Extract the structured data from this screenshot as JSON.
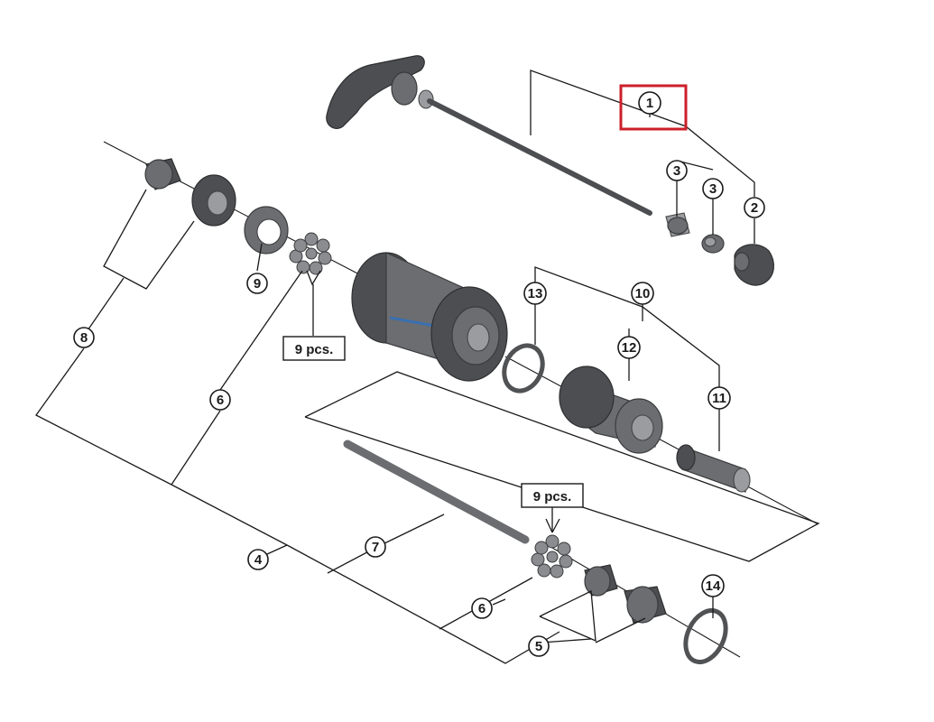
{
  "callouts": {
    "c1": "1",
    "c2": "2",
    "c3a": "3",
    "c3b": "3",
    "c4": "4",
    "c5": "5",
    "c6a": "6",
    "c6b": "6",
    "c7": "7",
    "c8": "8",
    "c9": "9",
    "c10": "10",
    "c11": "11",
    "c12": "12",
    "c13": "13",
    "c14": "14"
  },
  "quantities": {
    "upper": "9 pcs.",
    "lower": "9 pcs."
  },
  "highlight": {
    "color": "#cc1f2a",
    "target": "1"
  },
  "colors": {
    "part": "#6b6d70",
    "line": "#1a1a1a",
    "accent": "#3a6fb0"
  }
}
